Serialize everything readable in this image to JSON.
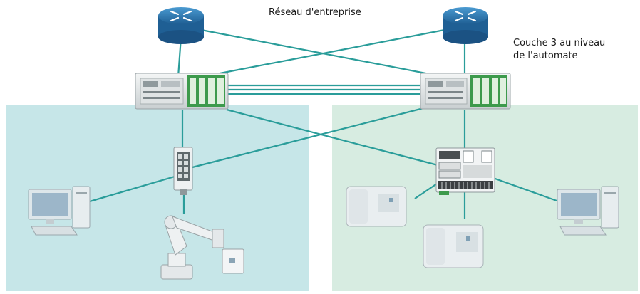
{
  "labels": {
    "corporate_network": "Réseau d'entreprise",
    "layer3_line1": "Couche 3 au niveau",
    "layer3_line2": "de l'automate"
  },
  "colors": {
    "link": "#2a9d9a",
    "zone_left": "#c6e6e8",
    "zone_right": "#d7ece1",
    "router": "#2c7fb8",
    "module_green": "#3d9a4c",
    "device_body": "#e6ecef"
  },
  "icons": {
    "router": "router-icon",
    "plc": "plc-controller-icon",
    "switch": "industrial-switch-icon",
    "io": "io-module-icon",
    "pc": "desktop-computer-icon",
    "robot": "robot-arm-icon",
    "machine": "machine-tool-icon"
  }
}
